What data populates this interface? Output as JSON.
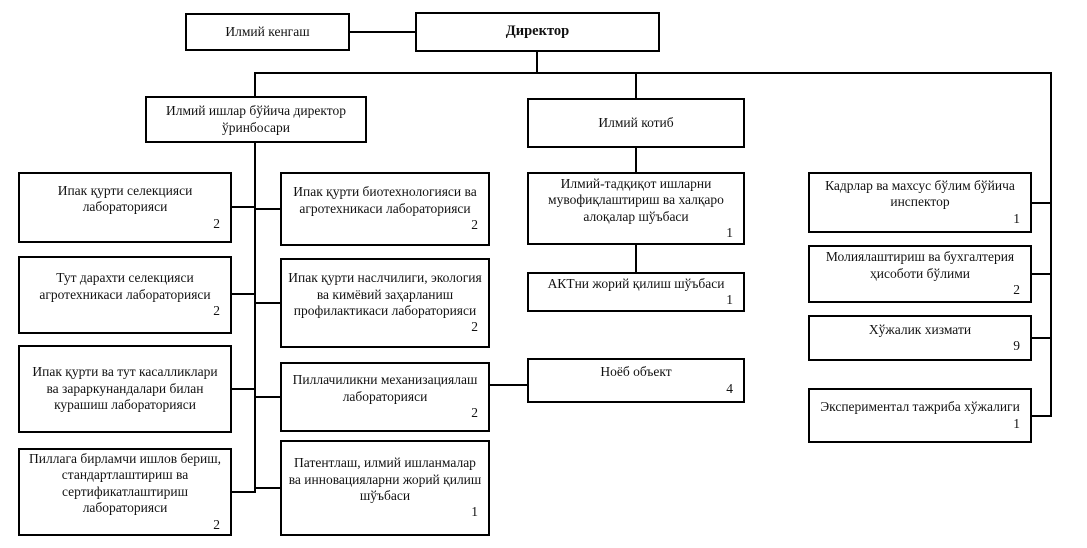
{
  "diagram": {
    "type": "org-chart",
    "colors": {
      "line": "#000000",
      "border": "#000000",
      "background": "#ffffff",
      "text": "#111111"
    },
    "council": {
      "label": "Илмий кенгаш"
    },
    "root": {
      "label": "Директор"
    },
    "deputy": {
      "label": "Илмий ишлар бўйича директор ўринбосари"
    },
    "secretary": {
      "label": "Илмий котиб"
    },
    "labs_left": [
      {
        "label": "Ипак қурти селекцияси лабораторияси",
        "count": "2"
      },
      {
        "label": "Тут дарахти селекцияси агротехникаси лабораторияси",
        "count": "2"
      },
      {
        "label": "Ипак қурти ва тут касалликлари ва зараркунандалари билан курашиш лабораторияси",
        "count": ""
      },
      {
        "label": "Пиллага бирламчи ишлов бериш, стандартлаштириш ва сертификатлаштириш лабораторияси",
        "count": "2"
      }
    ],
    "labs_right": [
      {
        "label": "Ипак қурти биотехнологияси ва агротехникаси лабораторияси",
        "count": "2"
      },
      {
        "label": "Ипак қурти наслчилиги, экология ва кимёвий заҳарланиш профилактикаси лабораторияси",
        "count": "2"
      },
      {
        "label": "Пиллачиликни механизациялаш лабораторияси",
        "count": "2"
      },
      {
        "label": "Патентлаш, илмий ишланмалар ва инновацияларни жорий қилиш шўъбаси",
        "count": "1"
      }
    ],
    "secretary_units": [
      {
        "label": "Илмий-тадқиқот ишларни мувофиқлаштириш ва халқаро алоқалар шўъбаси",
        "count": "1"
      },
      {
        "label": "АКТни жорий қилиш шўъбаси",
        "count": "1"
      }
    ],
    "unique_object": {
      "label": "Ноёб объект",
      "count": "4"
    },
    "admin_units": [
      {
        "label": "Кадрлар ва махсус бўлим бўйича инспектор",
        "count": "1"
      },
      {
        "label": "Молиялаштириш ва бухгалтерия ҳисоботи бўлими",
        "count": "2"
      },
      {
        "label": "Хўжалик хизмати",
        "count": "9"
      },
      {
        "label": "Экспериментал тажриба хўжалиги",
        "count": "1"
      }
    ]
  }
}
